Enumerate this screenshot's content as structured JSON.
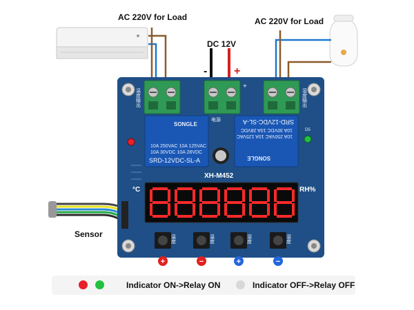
{
  "labels": {
    "ac_left": "AC 220V for Load",
    "ac_right": "AC 220V for Load",
    "dc": "DC 12V",
    "dc_minus": "-",
    "dc_plus": "+",
    "sensor": "Sensor"
  },
  "board": {
    "model": "XH-M452",
    "unit_left": "°C",
    "unit_right": "RH%",
    "display_digits": "888888",
    "relay_text": "SONGLE",
    "relay_model": "SRD-12VDC-SL-A",
    "relay_rating_1": "10A 250VAC  10A 125VAC",
    "relay_rating_2": "10A 30VDC  10A 28VDC",
    "power_label": "电源",
    "led_right_label": "D5",
    "left_side_text": "温度输出",
    "right_side_text": "湿度输出",
    "plus": "+",
    "buttons": [
      {
        "label": "温度",
        "sign": "+",
        "color": "#e02020"
      },
      {
        "label": "温度",
        "sign": "−",
        "color": "#e02020"
      },
      {
        "label": "湿度",
        "sign": "+",
        "color": "#2266dd"
      },
      {
        "label": "湿度",
        "sign": "−",
        "color": "#2266dd"
      }
    ]
  },
  "legend": {
    "on_text": "Indicator ON->Relay ON",
    "off_text": "Indicator OFF->Relay OFF",
    "red": "#e8202a",
    "green": "#22c040",
    "off": "#d8d8d8"
  },
  "colors": {
    "pcb": "#1f4f86",
    "terminal": "#2f9a55",
    "relay": "#1a57b5",
    "display_red": "#ff2a2a",
    "wire_brown": "#8a5a2b",
    "wire_blue": "#1e78d0"
  }
}
